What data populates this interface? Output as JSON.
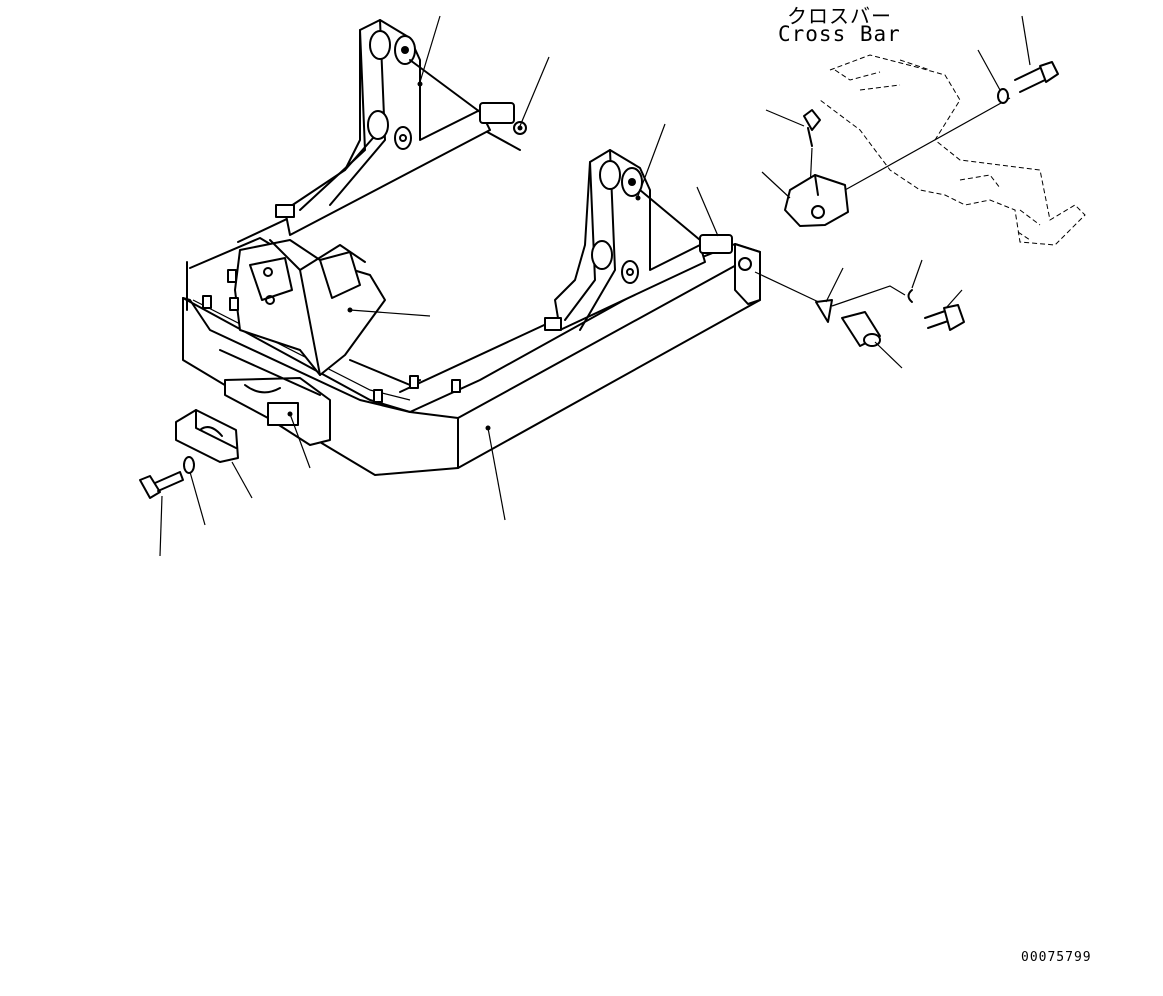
{
  "diagram": {
    "labels": {
      "cross_bar_jp": "クロスバー",
      "cross_bar_en": "Cross Bar",
      "figure_code": "00075799"
    }
  }
}
